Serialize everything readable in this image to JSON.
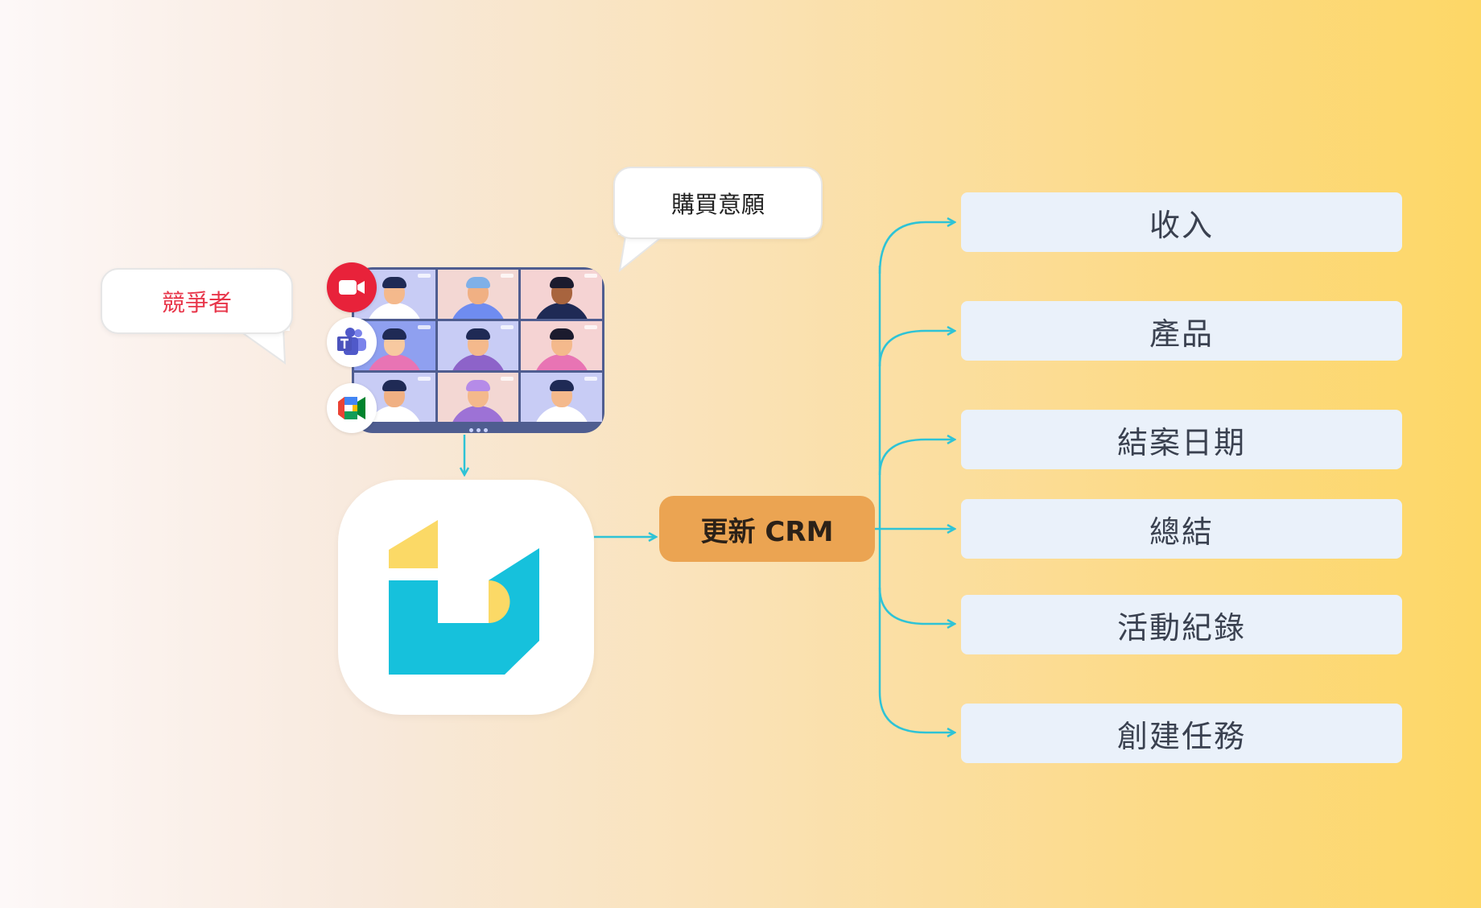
{
  "diagram": {
    "bubbles": {
      "competitor": "競爭者",
      "purchase_intent": "購買意願"
    },
    "center_node": "更新 CRM",
    "outcomes": [
      "收入",
      "產品",
      "結案日期",
      "總結",
      "活動紀錄",
      "創建任務"
    ],
    "icons": [
      "zoom-video-icon",
      "microsoft-teams-icon",
      "google-meet-icon",
      "app-logo-icon"
    ],
    "colors": {
      "connector": "#2ec3d6",
      "crm_node": "#eba452",
      "outcome_box": "#eaf1fa",
      "competitor_text": "#e8364a",
      "logo_cyan": "#16c1dc",
      "logo_yellow": "#fbd966"
    }
  }
}
